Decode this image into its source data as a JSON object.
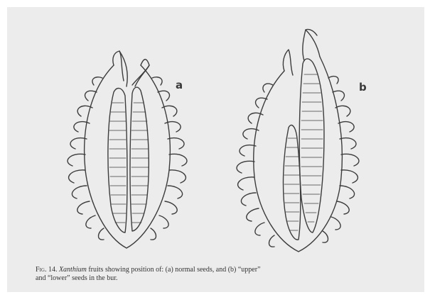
{
  "figure": {
    "panel_a_label": "a",
    "panel_b_label": "b",
    "caption": {
      "number": "Fig. 14.",
      "genus": "Xanthium",
      "text_line1": "fruits showing position of: (a) normal seeds, and (b) “upper”",
      "text_line2": "and “lower” seeds in the bur."
    }
  }
}
